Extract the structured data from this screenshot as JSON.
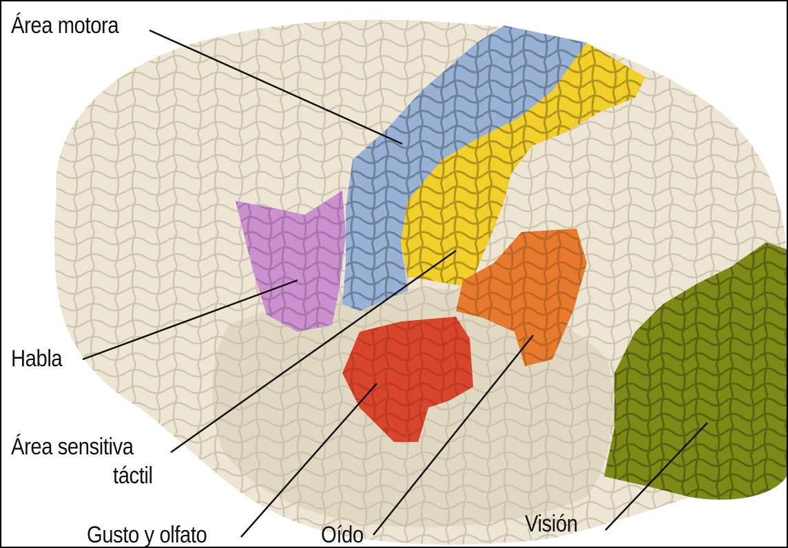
{
  "labels": {
    "motor": "Área motora",
    "speech": "Habla",
    "sensory_line1": "Área sensitiva",
    "sensory_line2": "táctil",
    "taste": "Gusto y olfato",
    "hearing": "Oído",
    "vision": "Visión"
  },
  "colors": {
    "brain_base": "#eee6d4",
    "brain_shadow": "#c9bca4",
    "motor_area": "#98b2d6",
    "sensory_area": "#f3cf2a",
    "speech_area": "#cc8fd0",
    "hearing_area": "#e77a2d",
    "taste_area": "#d9452a",
    "vision_area": "#7d8a16",
    "pointer_line": "#111111"
  }
}
